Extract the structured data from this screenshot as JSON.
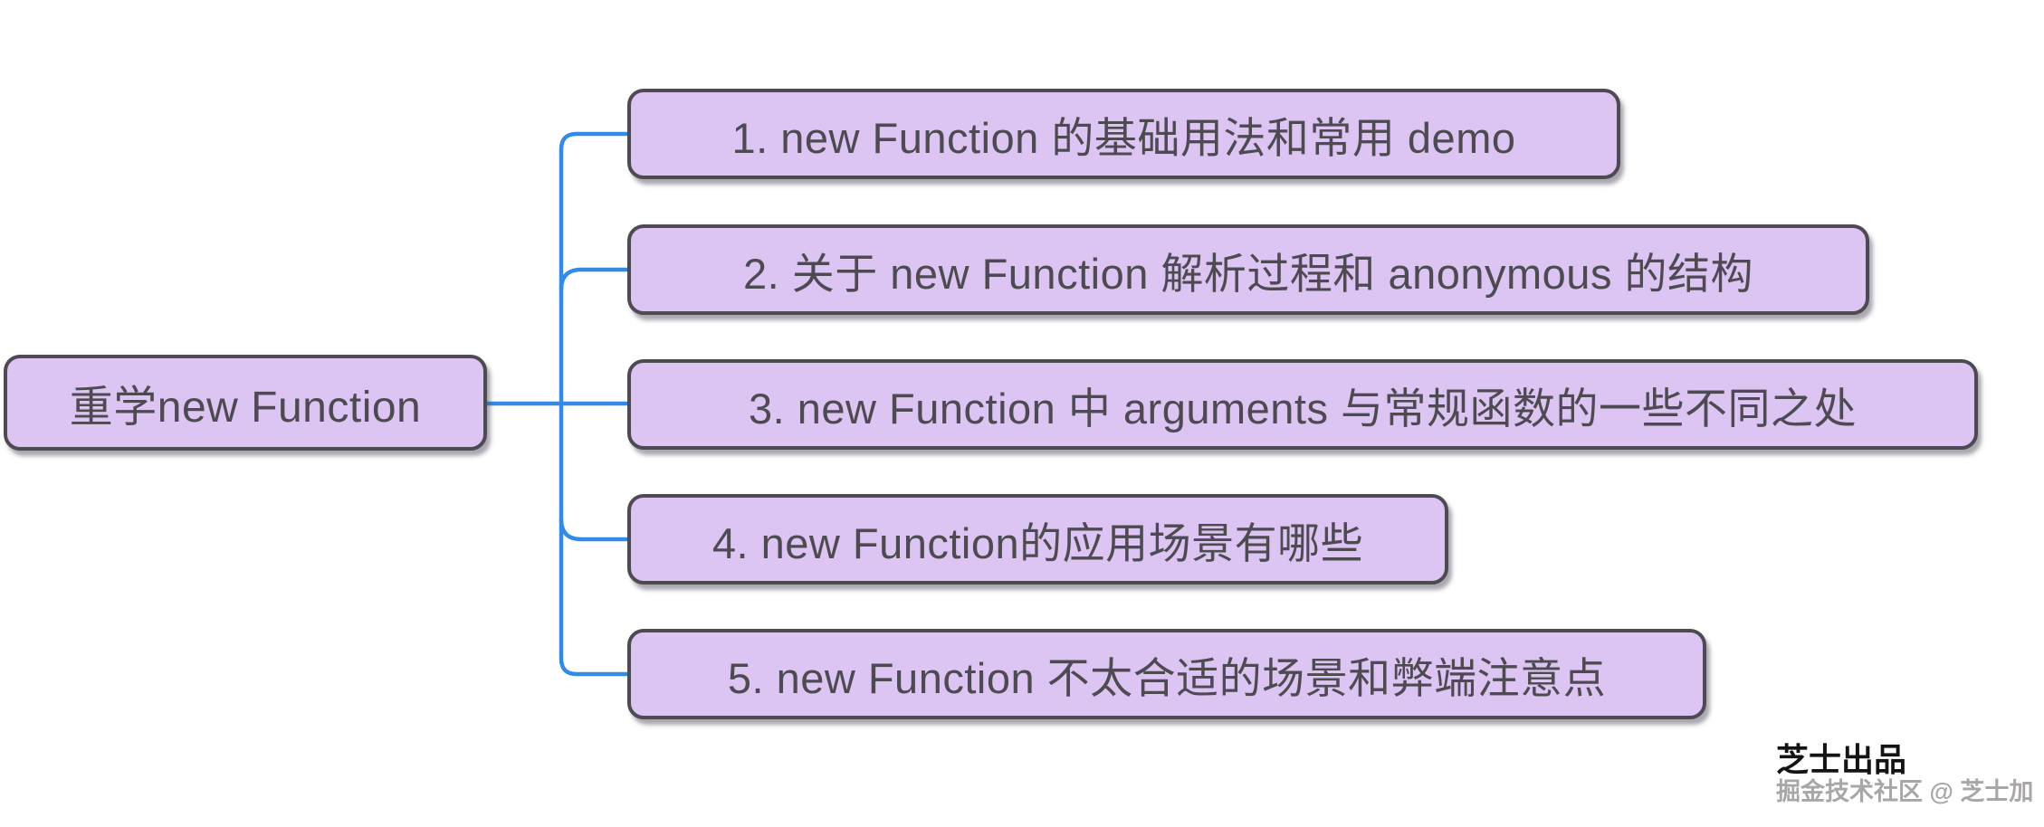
{
  "diagram": {
    "type": "mindmap",
    "root": {
      "label": "重学new Function"
    },
    "branches": [
      {
        "label": "1. new Function 的基础用法和常用 demo"
      },
      {
        "label": "2. 关于 new Function 解析过程和 anonymous 的结构"
      },
      {
        "label": "3. new Function 中 arguments 与常规函数的一些不同之处"
      },
      {
        "label": "4. new Function的应用场景有哪些"
      },
      {
        "label": "5. new Function 不太合适的场景和弊端注意点"
      }
    ]
  },
  "watermark": {
    "line1": "芝士出品",
    "line2": "掘金技术社区 @ 芝士加"
  },
  "colors": {
    "background": "#ffffff",
    "node_fill": "#dcc5f2",
    "node_border": "#4d4a52",
    "text": "#4d4a52",
    "connector": "#338be5"
  }
}
